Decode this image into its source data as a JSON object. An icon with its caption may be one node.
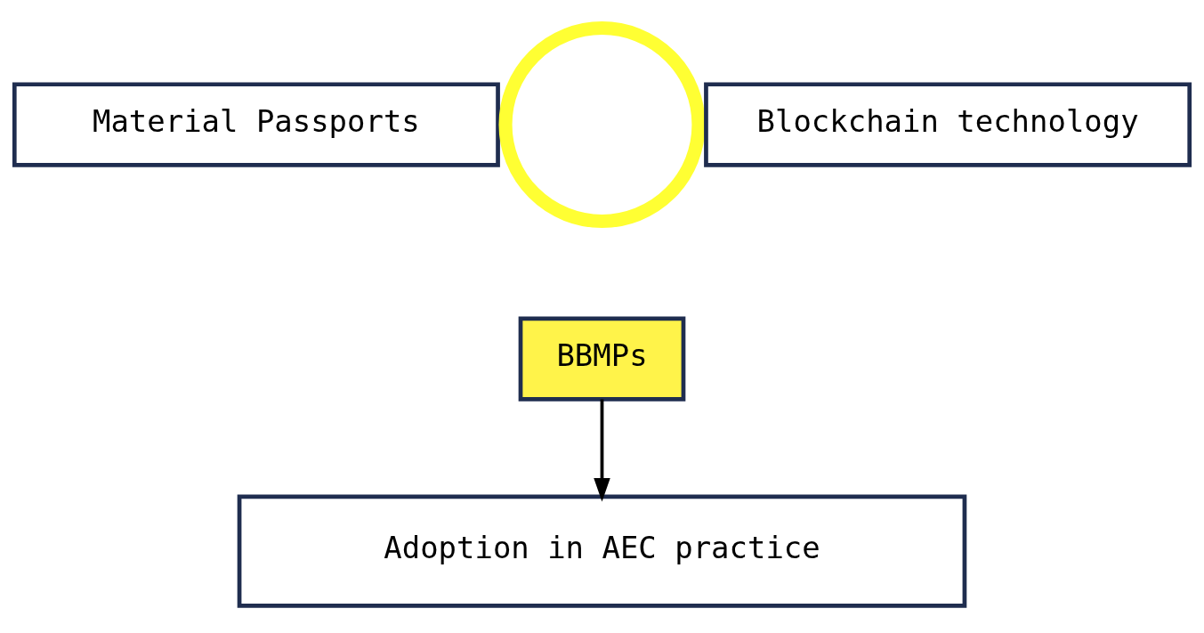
{
  "diagram": {
    "nodes": [
      {
        "text": [
          "Material Passports"
        ]
      },
      {
        "text": [],
        "shape": "circle"
      },
      {
        "text": [
          "Blockchain technology"
        ]
      },
      {
        "text": [
          "BBMPs"
        ]
      },
      {
        "text": [
          "Adoption in AEC practice"
        ]
      }
    ],
    "edges": [
      {
        "from": 3,
        "to": 4,
        "arrow": "to"
      }
    ]
  }
}
